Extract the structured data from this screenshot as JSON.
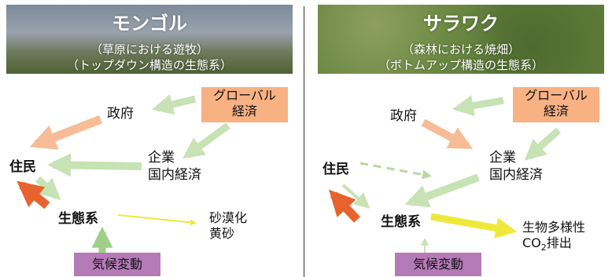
{
  "colors": {
    "light_green": "#c7e2b4",
    "peach": "#f6bc96",
    "orange_red": "#e8622d",
    "yellow": "#eee83a",
    "orange_box": "#f7b183",
    "purple_box": "#b57ab8",
    "mongolia_sky": "#8b96a4",
    "sarawak_forest": "#5a7a3a"
  },
  "mongolia": {
    "title": "モンゴル",
    "subtitle1": "（草原における遊牧）",
    "subtitle2": "（トップダウン構造の生態系）",
    "government": "政府",
    "global_economy": [
      "グローバル",
      "経済"
    ],
    "enterprise": [
      "企業",
      "国内経済"
    ],
    "residents": "住民",
    "ecosystem": "生態系",
    "effects": [
      "砂漠化",
      "黄砂"
    ],
    "climate_change": "気候変動"
  },
  "sarawak": {
    "title": "サラワク",
    "subtitle1": "（森林における焼畑）",
    "subtitle2": "（ボトムアップ構造の生態系）",
    "government": "政府",
    "global_economy": [
      "グローバル",
      "経済"
    ],
    "enterprise": [
      "企業",
      "国内経済"
    ],
    "residents": "住民",
    "ecosystem": "生態系",
    "effects_line1": "生物多様性",
    "effects_line2_pre": "CO",
    "effects_line2_sub": "2",
    "effects_line2_post": "排出",
    "climate_change": "気候変動"
  }
}
